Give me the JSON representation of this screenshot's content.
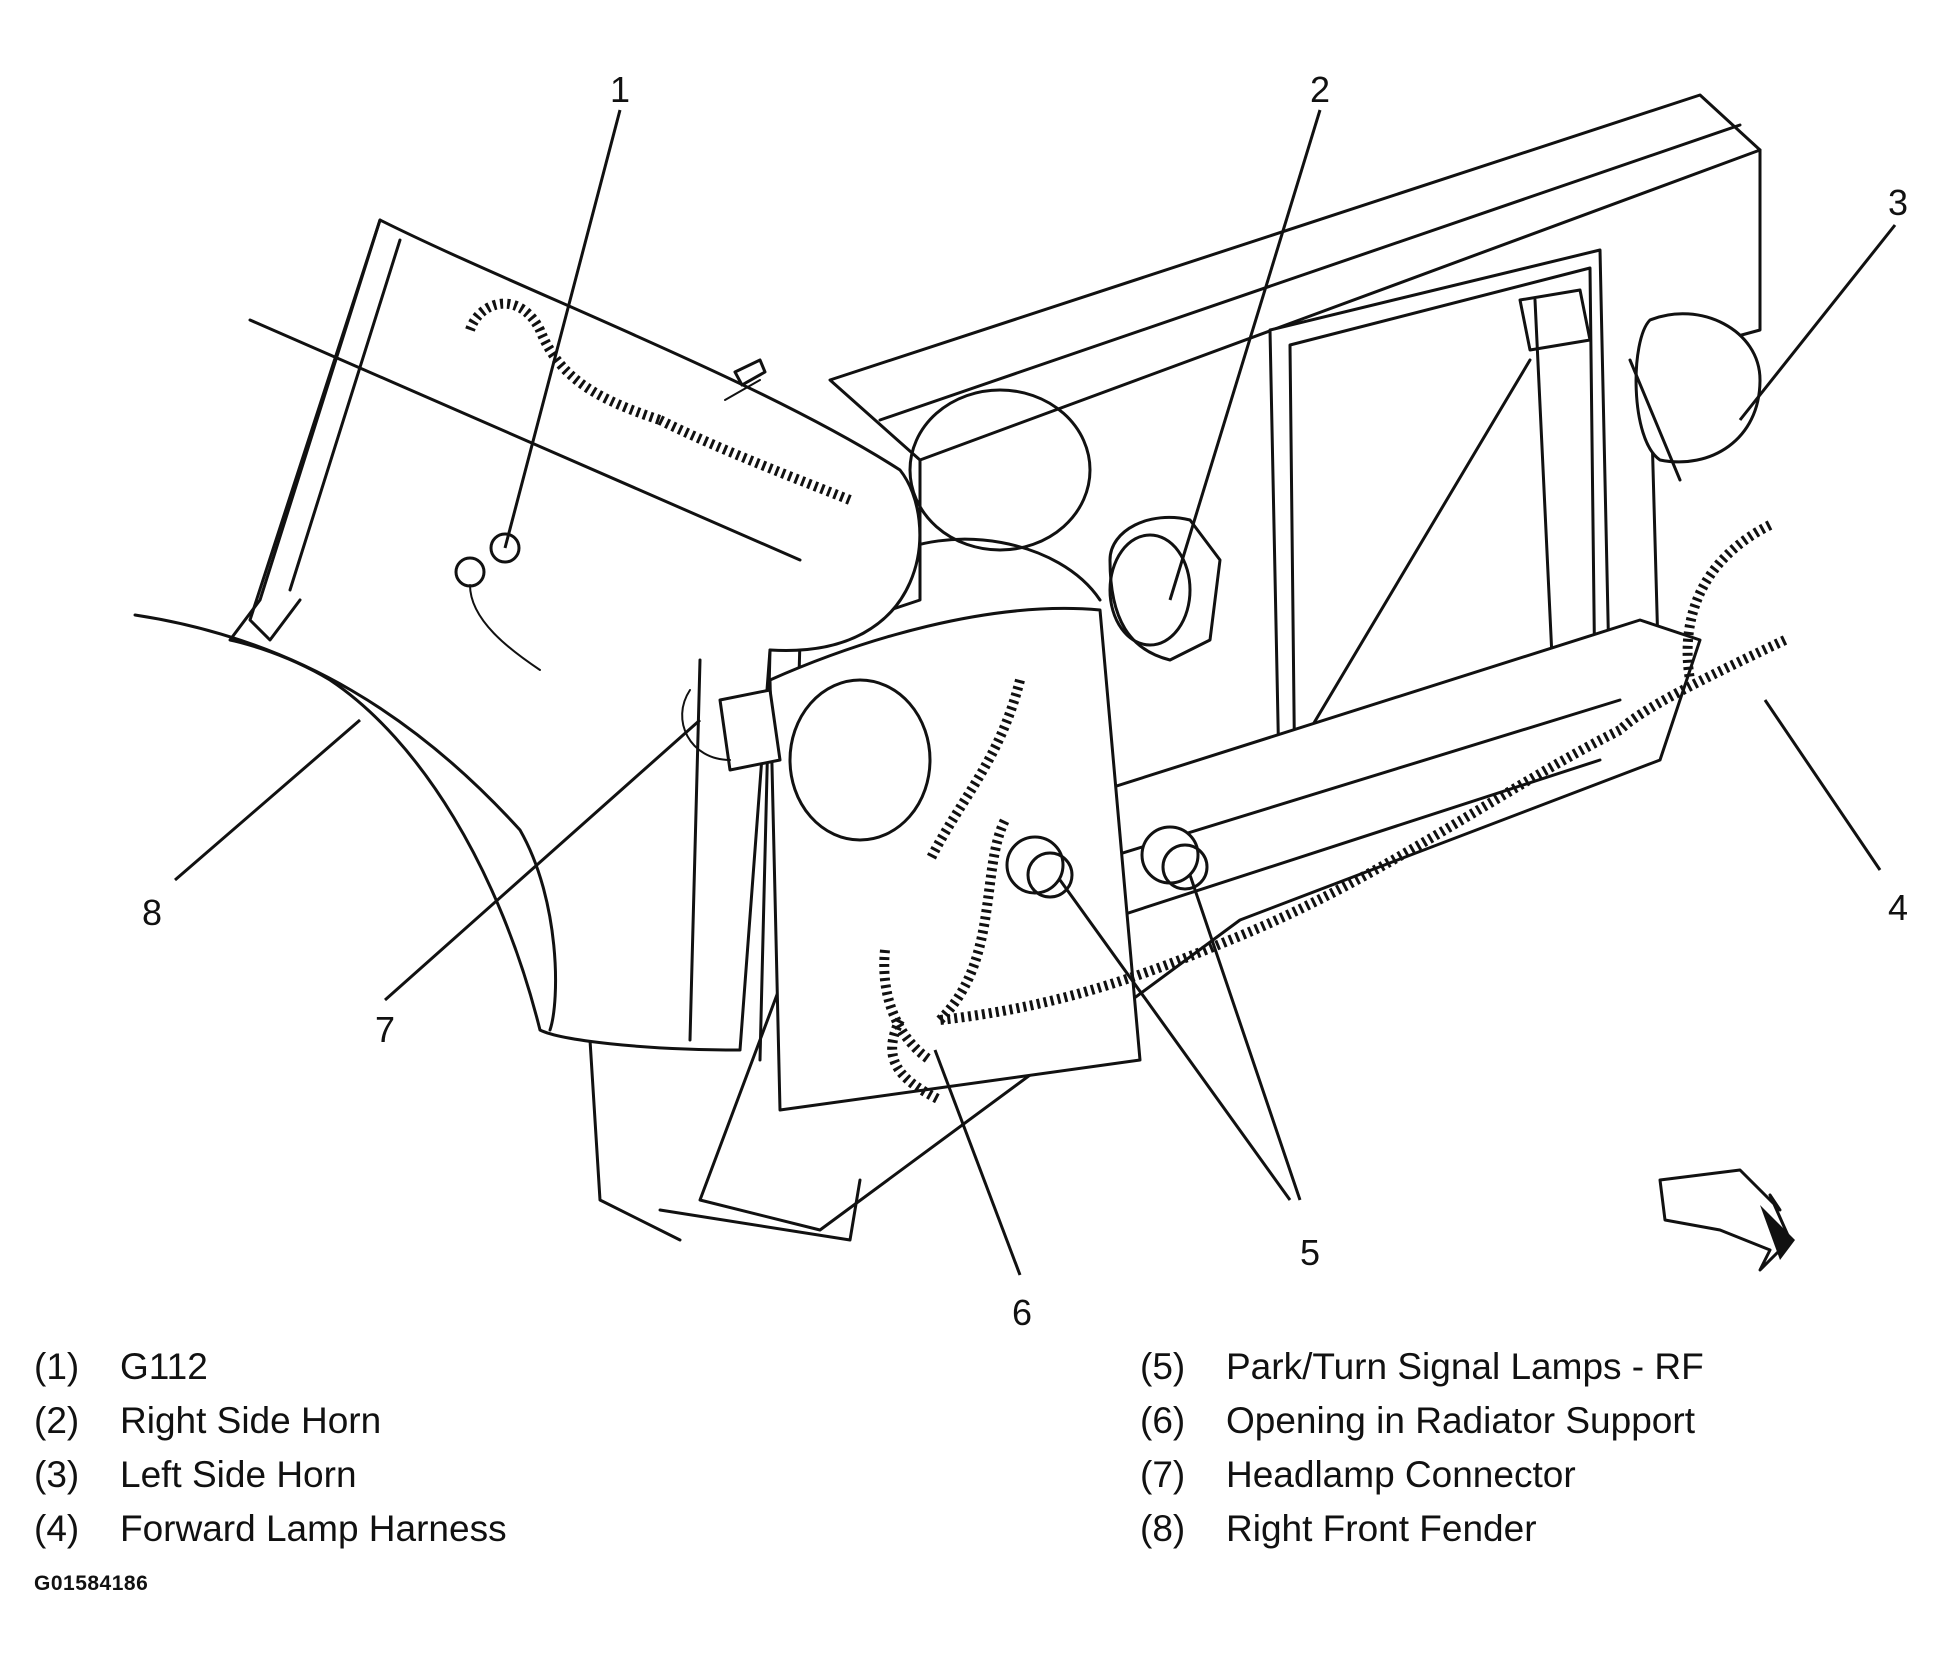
{
  "callouts": [
    "1",
    "2",
    "3",
    "4",
    "5",
    "6",
    "7",
    "8"
  ],
  "legend": [
    {
      "num": "(1)",
      "label": "G112"
    },
    {
      "num": "(2)",
      "label": "Right Side Horn"
    },
    {
      "num": "(3)",
      "label": "Left Side Horn"
    },
    {
      "num": "(4)",
      "label": "Forward Lamp Harness"
    },
    {
      "num": "(5)",
      "label": "Park/Turn Signal Lamps - RF"
    },
    {
      "num": "(6)",
      "label": "Opening in Radiator Support"
    },
    {
      "num": "(7)",
      "label": "Headlamp Connector"
    },
    {
      "num": "(8)",
      "label": "Right Front Fender"
    }
  ],
  "figure_code": "G01584186"
}
